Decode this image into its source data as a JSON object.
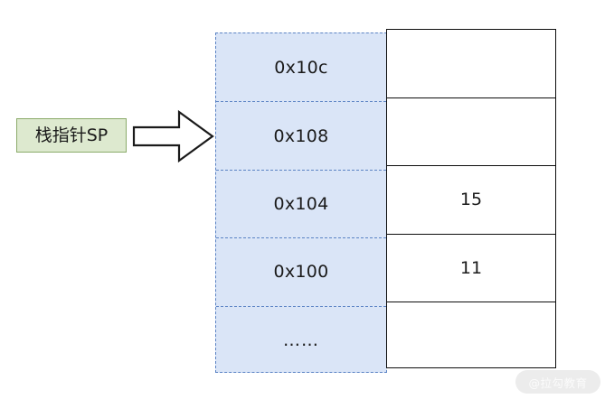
{
  "diagram": {
    "pointer": {
      "label": "栈指针SP",
      "box_fill": "#dde9cf",
      "box_border": "#8bab6a",
      "arrow_icon": "right-arrow-icon",
      "arrow_fill": "#ffffff",
      "arrow_stroke": "#1a1a1a",
      "points_to_row_index": 1
    },
    "memory_table": {
      "address_column": {
        "fill": "#dae5f7",
        "border": "#5b83c4",
        "border_style": "dashed",
        "cells": [
          {
            "text": "0x10c"
          },
          {
            "text": "0x108"
          },
          {
            "text": "0x104"
          },
          {
            "text": "0x100"
          },
          {
            "text": "……"
          }
        ]
      },
      "value_column": {
        "fill": "#ffffff",
        "border": "#0d0d0d",
        "border_style": "solid",
        "cells": [
          {
            "text": ""
          },
          {
            "text": ""
          },
          {
            "text": "15"
          },
          {
            "text": "11"
          },
          {
            "text": ""
          }
        ]
      }
    },
    "watermark": {
      "text": "@拉勾教育"
    }
  }
}
